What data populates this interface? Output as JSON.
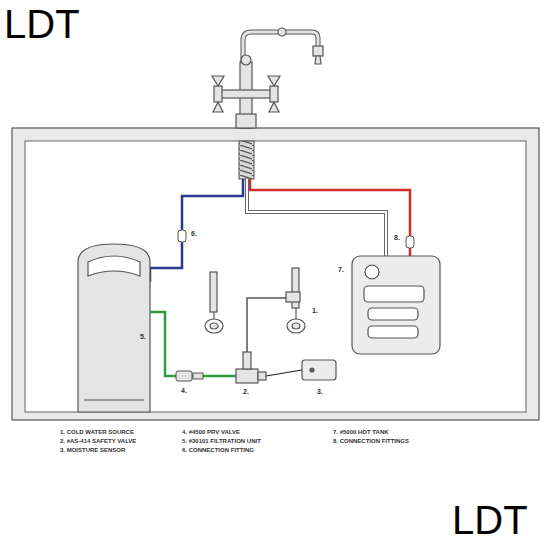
{
  "diagram": {
    "labels": [
      "LDT",
      "6.",
      "8.",
      "7.",
      "1.",
      "5.",
      "4.",
      "2.",
      "3.",
      "1. COLD WATER SOURCE",
      "2. #AS-414 SAFETY VALVE",
      "3. MOISTURE SENSOR",
      "4. #4500 PRV VALVE",
      "5. #30101 FILTRATION UNIT",
      "6. CONNECTION FITTING",
      "7. #5000 HOT TANK",
      "8. CONNECTION FITTINGS",
      "LDT"
    ]
  }
}
